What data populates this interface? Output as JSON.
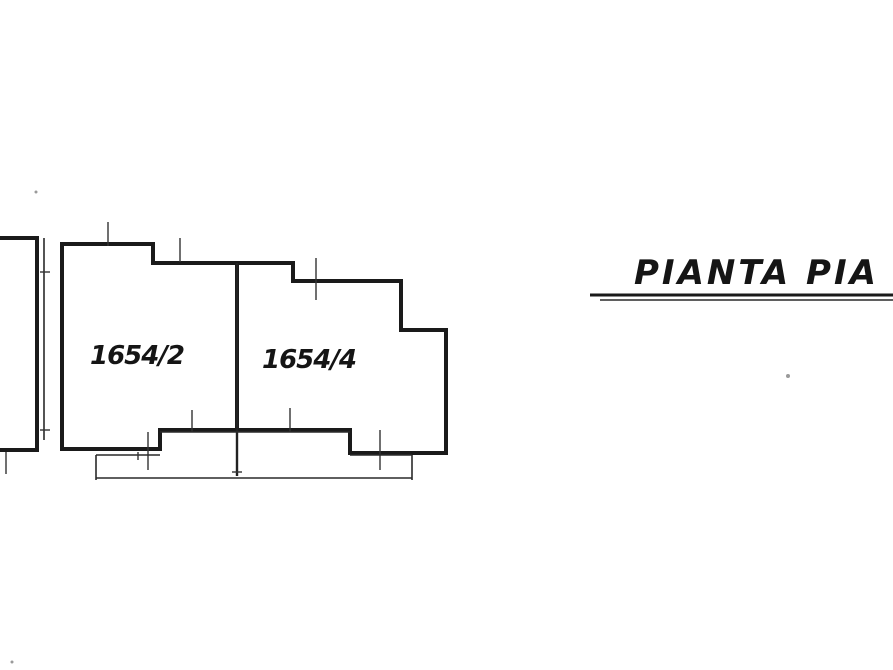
{
  "plan": {
    "title": "PIANTA PIA",
    "rooms": [
      {
        "label": "1654/2"
      },
      {
        "label": "1654/4"
      }
    ]
  },
  "colors": {
    "ink": "#1a1a1a",
    "paper": "#ffffff"
  }
}
